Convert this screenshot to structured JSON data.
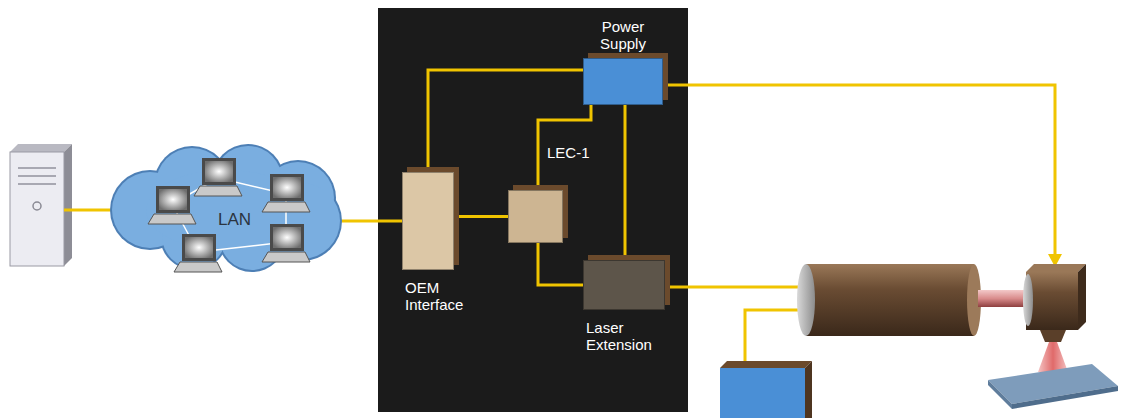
{
  "diagram": {
    "nodes": [
      {
        "text": [
          "LAN"
        ]
      },
      {
        "text": [
          "Power Supply"
        ]
      },
      {
        "text": [
          "OEM Interface"
        ]
      },
      {
        "text": [
          "LEC-1"
        ]
      },
      {
        "text": [
          "Laser Extension"
        ]
      }
    ],
    "edges": [
      {
        "from": 0,
        "to": 2,
        "arrow": "none"
      },
      {
        "from": 2,
        "to": 1,
        "arrow": "none"
      },
      {
        "from": 2,
        "to": 3,
        "arrow": "none"
      },
      {
        "from": 3,
        "to": 1,
        "arrow": "none"
      },
      {
        "from": 3,
        "to": 4,
        "arrow": "none"
      },
      {
        "from": 1,
        "to": 4,
        "arrow": "none"
      }
    ]
  }
}
